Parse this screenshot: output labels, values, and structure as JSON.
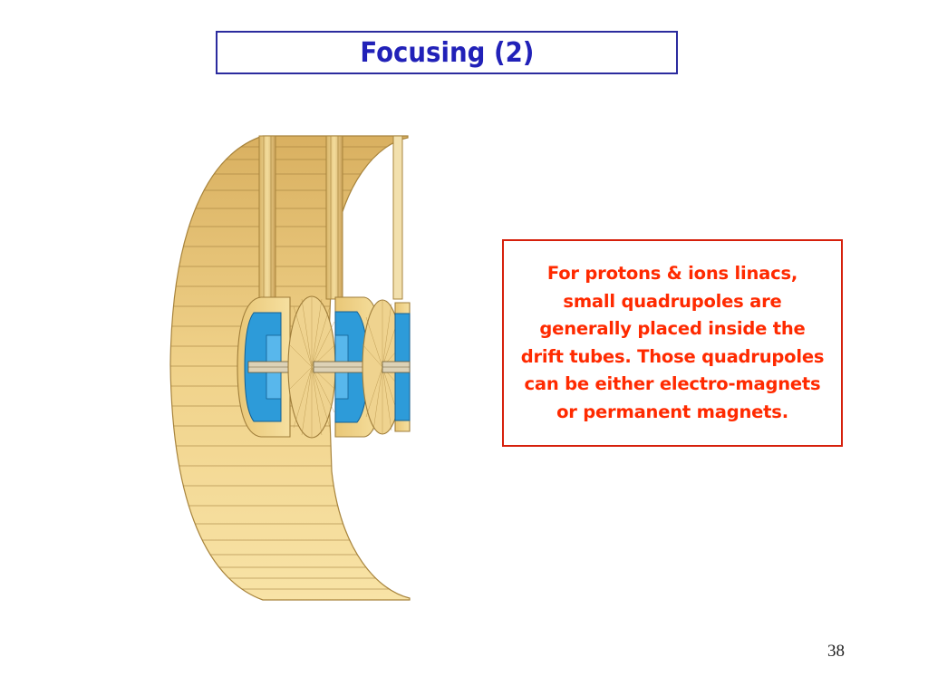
{
  "slide": {
    "title": "Focusing (2)",
    "body": "For protons & ions linacs, small quadrupoles are generally placed inside the drift tubes. Those quadrupoles can be either electro-magnets or permanent magnets.",
    "page_number": "38"
  },
  "colors": {
    "title_text": "#2121b8",
    "title_border": "#2b2b9e",
    "body_text": "#ff2a00",
    "body_border": "#d6200c",
    "tank_wall": "#e6c06a",
    "quadrupole": "#2d9bd9"
  }
}
